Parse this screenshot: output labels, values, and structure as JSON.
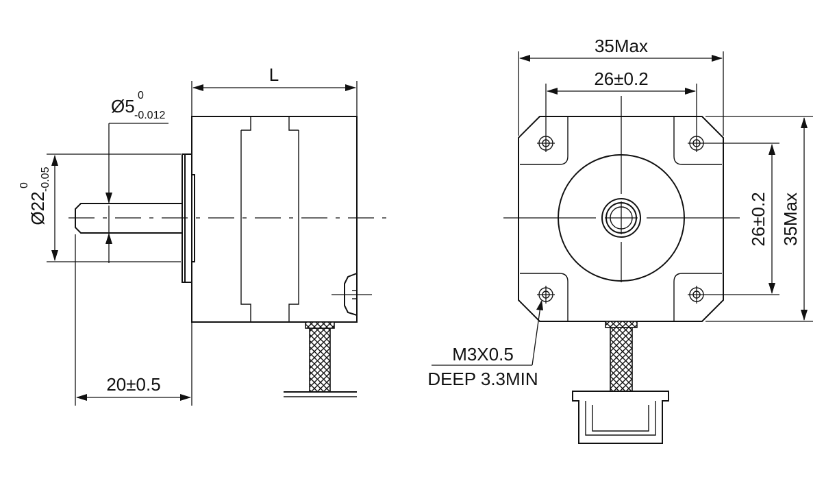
{
  "side_view": {
    "shaft_diameter": {
      "main": "Ø5",
      "upper": "0",
      "lower": "-0.012"
    },
    "pilot_diameter": {
      "main": "Ø22",
      "upper": "0",
      "lower": "-0.05"
    },
    "body_length": "L",
    "shaft_length": "20±0.5"
  },
  "front_view": {
    "width_max": "35Max",
    "hole_spacing_h": "26±0.2",
    "hole_spacing_v": "26±0.2",
    "height_max": "35Max",
    "thread_spec": "M3X0.5",
    "thread_depth": "DEEP 3.3MIN"
  }
}
